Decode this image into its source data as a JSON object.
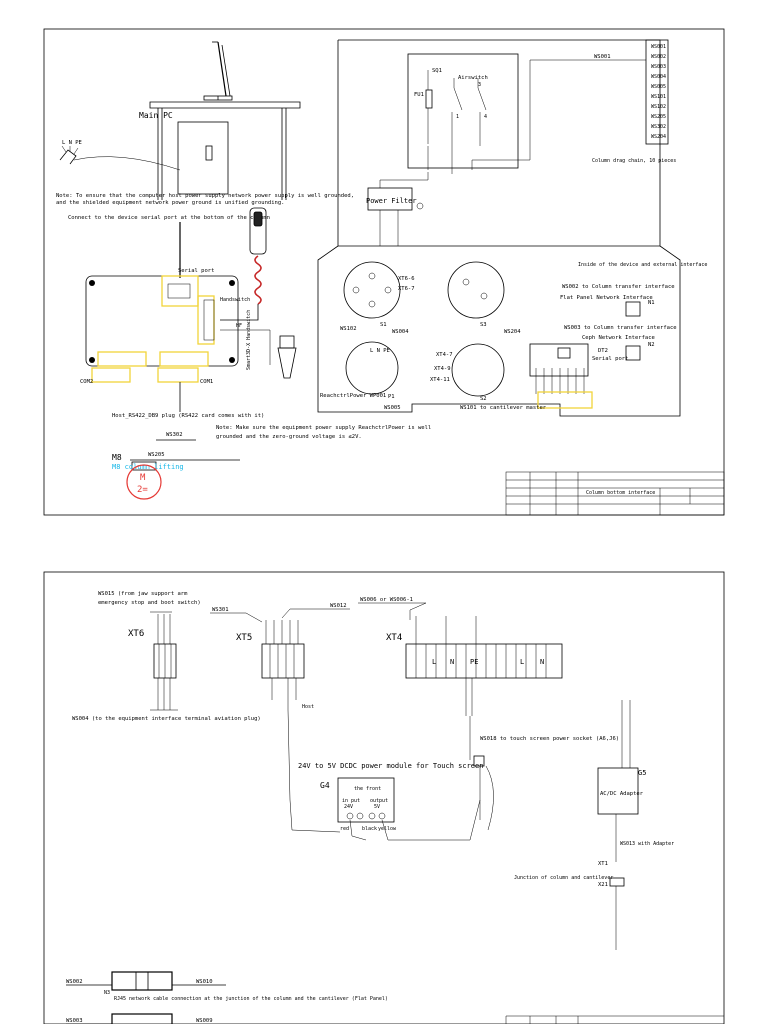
{
  "sheet1": {
    "main_pc": "Main PC",
    "l_n_pe": "L  N  PE",
    "note_ground": "Note: To ensure that the computer host power supply network power supply is well grounded,",
    "note_ground2": "and the shielded equipment network power ground is unified grounding.",
    "connect_serial": "Connect to the device serial port at the bottom of the column",
    "serial_port": "Serial port",
    "handswitch": "Handswitch",
    "hf": "HF",
    "smart_handswitch": "Smart3D-X Handswitch",
    "com1": "COM1",
    "com2": "COM2",
    "host_plug": "Host_RS422_DB9 plug (RS422 card comes with it)",
    "note_power": "Note: Make sure the equipment power supply ReachctrlPower is well",
    "note_power2": "grounded and the zero-ground voltage is ≤2V.",
    "ws302": "WS302",
    "ws205": "WS205",
    "m8": "M8",
    "m8_cable": "M8 column lifting",
    "m_label": "M",
    "m_sub": "2=",
    "ws001": "WS001",
    "fu1": "FU1",
    "sq1": "SQ1",
    "airswitch": "Airswitch",
    "power_filter": "Power Filter",
    "ws_list": [
      "WS001",
      "WS002",
      "WS003",
      "WS004",
      "WS005",
      "WS101",
      "WS102",
      "WS205",
      "WS302",
      "WS204"
    ],
    "drag_chain": "Column drag chain, 10 pieces",
    "inside_device": "Inside of the device and external interface",
    "ws002_transfer": "WS002 to Column transfer interface",
    "flat_panel": "Flat Panel Network Interface",
    "n1": "N1",
    "ws003_transfer": "WS003 to Column transfer interface",
    "ceph_network": "Ceph Network Interface",
    "n2": "N2",
    "dt2": "DT2",
    "serial_port2": "Serial port",
    "xt6_6": "XT6-6",
    "xt6_7": "XT6-7",
    "ws102": "WS102",
    "ws004": "WS004",
    "s1": "S1",
    "s3": "S3",
    "ws204": "WS204",
    "xt4_7": "XT4-7",
    "xt4_9": "XT4-9",
    "xt4_11": "XT4-11",
    "s2": "S2",
    "p1": "P1",
    "reachctrl_power": "ReachctrlPower WP001",
    "lnpe2": "L  N  PE",
    "ws005": "WS005",
    "ws101_master": "WS101 to cantilever master",
    "column_bottom": "Column bottom interface"
  },
  "sheet2": {
    "ws015": "WS015 (from jaw support arm",
    "ws015b": "emergency stop and boot switch)",
    "xt6": "XT6",
    "ws301": "WS301",
    "xt5": "XT5",
    "ws012": "WS012",
    "ws006": "WS006 or WS006-1",
    "xt4": "XT4",
    "pe": "PE",
    "l": "L",
    "n": "N",
    "ws004_to": "WS004 (to the equipment interface terminal aviation plug)",
    "host": "Host",
    "ws018": "WS018 to touch screen power socket (A6,J6)",
    "dcdc": "24V to 5V DCDC power module for Touch screen",
    "g4": "G4",
    "the_front": "the front",
    "in_put": "in put",
    "in_v": "24V",
    "output": "output",
    "out_v": "5V",
    "red": "red",
    "black": "black",
    "yellow": "yellow",
    "g5": "G5",
    "ac_dc": "AC/DC Adapter",
    "ws013": "WS013 with Adapter",
    "xt1": "XT1",
    "x21": "X21",
    "junction": "Junction of column and cantilever",
    "ws002b": "WS002",
    "ws010": "WS010",
    "n3": "N3",
    "rj45_note": "RJ45 network cable connection at the junction of the column and the cantilever (Flat Panel)",
    "ws003b": "WS003",
    "ws009": "WS009"
  },
  "colors": {
    "yellow": "#f2d43a",
    "cyan": "#19b8e8",
    "red": "#e53935"
  }
}
